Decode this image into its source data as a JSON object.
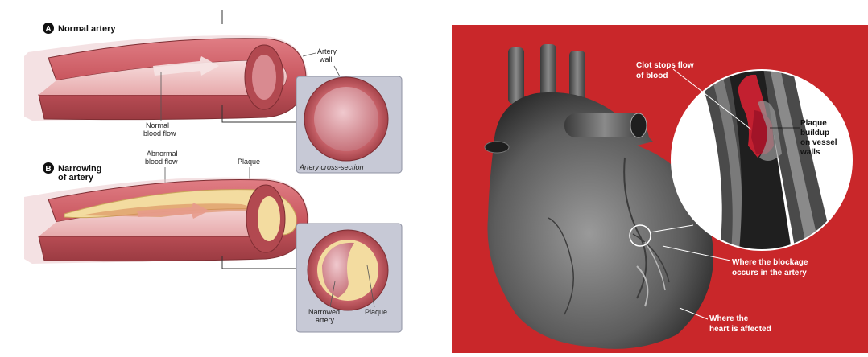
{
  "left_diagram": {
    "section_a": {
      "badge": "A",
      "title": "Normal artery"
    },
    "section_b": {
      "badge": "B",
      "title_line1": "Narrowing",
      "title_line2": "of artery"
    },
    "labels": {
      "artery_wall_line1": "Artery",
      "artery_wall_line2": "wall",
      "normal_flow_line1": "Normal",
      "normal_flow_line2": "blood flow",
      "abnormal_flow_line1": "Abnormal",
      "abnormal_flow_line2": "blood flow",
      "plaque_top": "Plaque",
      "cross_section": "Artery cross-section",
      "narrowed_line1": "Narrowed",
      "narrowed_line2": "artery",
      "plaque_bottom": "Plaque"
    },
    "colors": {
      "artery": "#c9575f",
      "artery_dark": "#9b3b42",
      "lumen": "#f1c9c9",
      "plaque": "#f3dca0",
      "box": "#c7c9d6"
    }
  },
  "right_diagram": {
    "background": "#c9272a",
    "labels": {
      "clot_line1": "Clot stops flow",
      "clot_line2": "of blood",
      "plaque_line1": "Plaque",
      "plaque_line2": "buildup",
      "plaque_line3": "on vessel",
      "plaque_line4": "walls",
      "blockage_line1": "Where the blockage",
      "blockage_line2": "occurs in the artery",
      "heart_line1": "Where the",
      "heart_line2": "heart is affected"
    }
  }
}
